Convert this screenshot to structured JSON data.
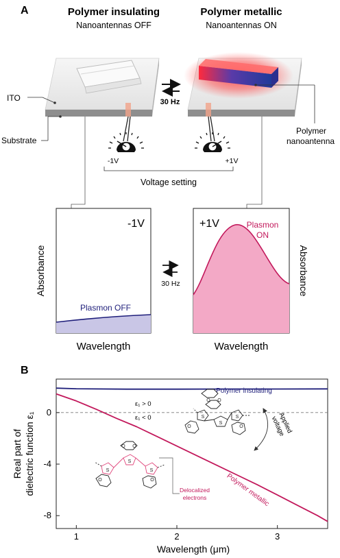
{
  "panel_a": {
    "label": "A",
    "left_title": "Polymer insulating",
    "left_subtitle": "Nanoantennas OFF",
    "right_title": "Polymer metallic",
    "right_subtitle": "Nanoantennas ON",
    "switch_freq": "30 Hz",
    "ito_label": "ITO",
    "substrate_label": "Substrate",
    "nanoantenna_label_1": "Polymer",
    "nanoantenna_label_2": "nanoantenna",
    "voltage_neg": "-1V",
    "voltage_pos": "+1V",
    "voltage_setting": "Voltage setting",
    "left_plot": {
      "corner_label": "-1V",
      "curve_label": "Plasmon OFF",
      "y_label": "Absorbance",
      "x_label": "Wavelength",
      "fill_color": "#c9c6e6",
      "line_color": "#1e1e7a"
    },
    "right_plot": {
      "corner_label": "+1V",
      "curve_label_1": "Plasmon",
      "curve_label_2": "ON",
      "y_label": "Absorbance",
      "x_label": "Wavelength",
      "fill_color": "#f3a9c6",
      "line_color": "#c2185b"
    },
    "plot_switch_freq": "30 Hz"
  },
  "panel_b": {
    "label": "B",
    "annotations": {
      "insulating": "Polymer insulating",
      "metallic": "Polymer metallic",
      "applied_1": "Applied",
      "applied_2": "voltage",
      "eps_pos": "ε₁ > 0",
      "eps_neg": "ε₁ < 0",
      "deloc_1": "Delocalized",
      "deloc_2": "electrons",
      "sulfur": "S",
      "oxygen": "O"
    }
  },
  "chart_data": {
    "type": "line",
    "xlabel": "Wavelength (μm)",
    "ylabel": "Real part of dielectric function ε₁",
    "ylabel_line1": "Real part of",
    "ylabel_line2": "dielectric function ε₁",
    "xlim": [
      0.8,
      3.5
    ],
    "ylim": [
      -9,
      2.6
    ],
    "xticks": [
      1,
      2,
      3
    ],
    "yticks": [
      0,
      -4,
      -8
    ],
    "xtick_labels": [
      "1",
      "2",
      "3"
    ],
    "ytick_labels": [
      "0",
      "-4",
      "-8"
    ],
    "reference_line_y": 0,
    "series": [
      {
        "name": "Polymer insulating",
        "color": "#1e1e7a",
        "x": [
          0.8,
          1.0,
          1.5,
          2.0,
          2.5,
          3.0,
          3.5
        ],
        "y": [
          1.9,
          1.85,
          1.82,
          1.82,
          1.83,
          1.83,
          1.84
        ]
      },
      {
        "name": "Polymer metallic",
        "color": "#c2185b",
        "x": [
          0.8,
          1.0,
          1.2,
          1.4,
          1.6,
          1.8,
          2.0,
          2.2,
          2.4,
          2.6,
          2.8,
          3.0,
          3.2,
          3.4,
          3.5
        ],
        "y": [
          1.45,
          0.9,
          0.25,
          -0.45,
          -1.1,
          -1.85,
          -2.6,
          -3.35,
          -4.1,
          -4.85,
          -5.6,
          -6.4,
          -7.2,
          -8.0,
          -8.45
        ]
      }
    ]
  }
}
